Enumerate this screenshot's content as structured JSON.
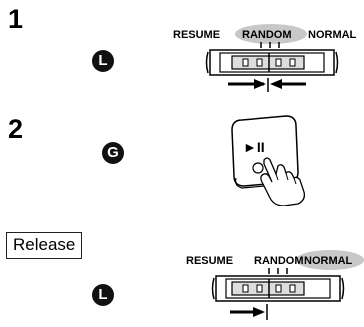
{
  "steps": [
    {
      "number": "1",
      "badge": "L"
    },
    {
      "number": "2",
      "badge": "G"
    }
  ],
  "release": {
    "label": "Release",
    "badge": "L"
  },
  "switch_labels": {
    "resume": "RESUME",
    "random": "RANDOM",
    "normal": "NORMAL"
  },
  "button_symbol": "►II",
  "icons": {
    "slide_arrows_center": "arrows-pointing-to-center",
    "slide_arrow_left": "arrow-left",
    "hand": "pointing-hand-icon"
  },
  "colors": {
    "highlight": "#c8c8c8",
    "text": "#000000",
    "badge_bg": "#111111"
  },
  "highlighted_position": {
    "step_1": "RANDOM",
    "release": "NORMAL"
  }
}
